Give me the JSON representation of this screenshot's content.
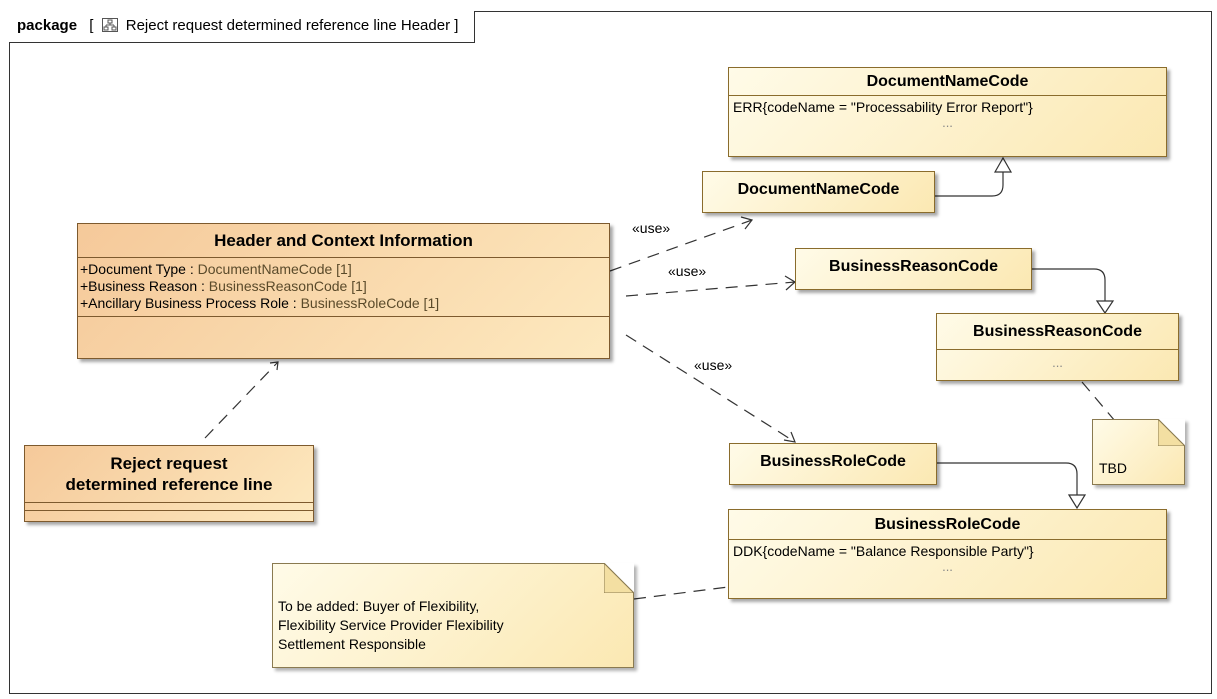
{
  "frame": {
    "keyword": "package",
    "title": "Reject request determined reference line Header",
    "open_bracket": "[",
    "close_bracket": "]"
  },
  "classes": {
    "doc_name_code_top": {
      "name": "DocumentNameCode",
      "literal": "ERR{codeName = \"Processability Error Report\"}",
      "ellipsis": "..."
    },
    "doc_name_code": {
      "name": "DocumentNameCode"
    },
    "header_context": {
      "name": "Header and Context Information",
      "attributes": [
        {
          "prefix": "+Document Type : ",
          "type": "DocumentNameCode [1]"
        },
        {
          "prefix": "+Business Reason : ",
          "type": "BusinessReasonCode [1]"
        },
        {
          "prefix": "+Ancillary Business Process Role : ",
          "type": "BusinessRoleCode [1]"
        }
      ]
    },
    "business_reason_code": {
      "name": "BusinessReasonCode"
    },
    "business_reason_code_enum": {
      "name": "BusinessReasonCode",
      "ellipsis": "..."
    },
    "business_role_code": {
      "name": "BusinessRoleCode"
    },
    "business_role_code_enum": {
      "name": "BusinessRoleCode",
      "literal": "DDK{codeName = \"Balance Responsible Party\"}",
      "ellipsis": "..."
    },
    "reject_request": {
      "name_line1": "Reject request",
      "name_line2": "determined reference line"
    }
  },
  "notes": {
    "tbd": "TBD",
    "to_be_added": {
      "line1": "To be added: Buyer of Flexibility,",
      "line2": "Flexibility Service Provider Flexibility",
      "line3": "Settlement Responsible"
    }
  },
  "dependency_labels": {
    "use1": "«use»",
    "use2": "«use»",
    "use3": "«use»"
  },
  "colors": {
    "class_fill": "#fbe8b2",
    "orange_fill": "#f5c99a",
    "border": "#8a6c2c",
    "line": "#333333"
  },
  "icons": {
    "diagram": "diagram-icon",
    "port": "port-icon"
  }
}
